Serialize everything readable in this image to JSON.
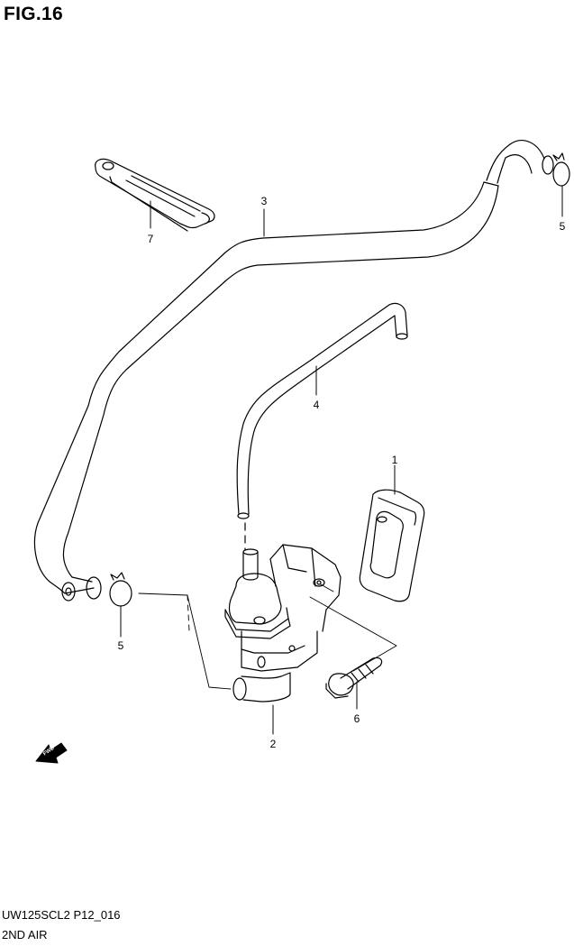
{
  "figure": {
    "title": "FIG.16"
  },
  "callouts": {
    "part_1": "1",
    "part_2": "2",
    "part_3": "3",
    "part_4": "4",
    "part_5_upper": "5",
    "part_5_lower": "5",
    "part_6": "6",
    "part_7": "7"
  },
  "direction_badge": {
    "label": "FWD"
  },
  "footer": {
    "model_code": "UW125SCL2 P12_016",
    "section_name": "2ND AIR"
  },
  "colors": {
    "line": "#000000",
    "background": "#ffffff"
  }
}
